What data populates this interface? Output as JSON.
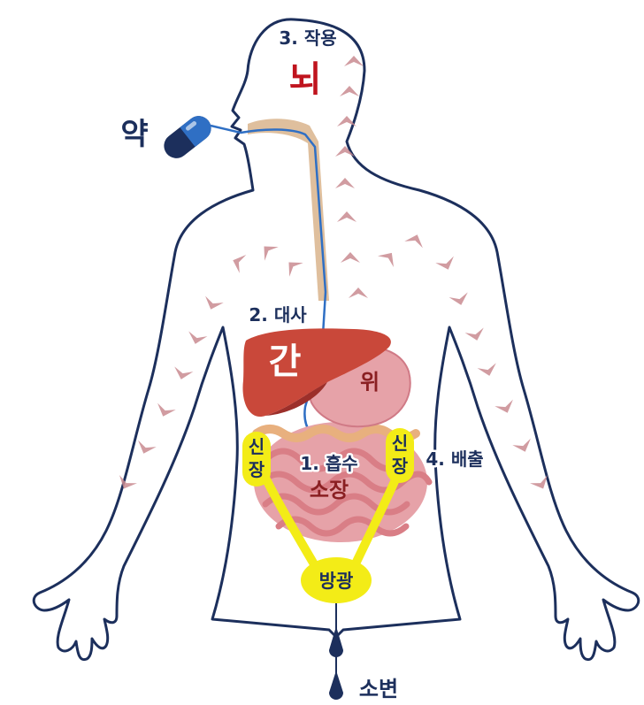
{
  "labels": {
    "drug": "약",
    "step_action": "3. 작용",
    "brain": "뇌",
    "step_metabolism": "2. 대사",
    "liver": "간",
    "stomach": "위",
    "step_absorption": "1. 흡수",
    "small_intestine": "소장",
    "kidney_left": [
      "신",
      "장"
    ],
    "kidney_right": [
      "신",
      "장"
    ],
    "step_excretion": "4. 배출",
    "bladder": "방광",
    "urine": "소변"
  },
  "colors": {
    "outline": "#1c2f5c",
    "arrow": "#c98b91",
    "liver": "#c9483a",
    "liver_dark": "#9c2f2a",
    "stomach": "#e6a2a8",
    "intestine": "#d97e86",
    "kidney_yellow": "#f3ec17",
    "esophagus": "#d9b48c",
    "brain_text": "#c0141e",
    "pill_blue": "#2f6fc4",
    "pill_navy": "#1c2f5c"
  }
}
